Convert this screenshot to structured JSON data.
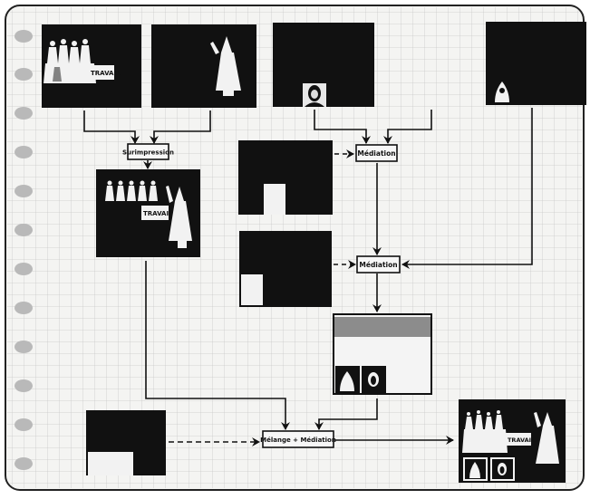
{
  "diagram": {
    "labels": {
      "superposition": "Surimpression",
      "mediation_1": "Médiation",
      "mediation_2": "Médiation",
      "merge": "Mélange + Médiation"
    },
    "sign_text": "TRAVAIL",
    "colors": {
      "paper": "#f4f4f2",
      "grid": "#c9c9c9",
      "ink": "#111111",
      "hole": "#b9b9b9",
      "gray_band": "#8c8c8c"
    },
    "icons": [
      "figure-group-icon",
      "robed-figure-icon",
      "portrait-icon",
      "hooded-figure-icon",
      "arrowhead-icon"
    ]
  }
}
